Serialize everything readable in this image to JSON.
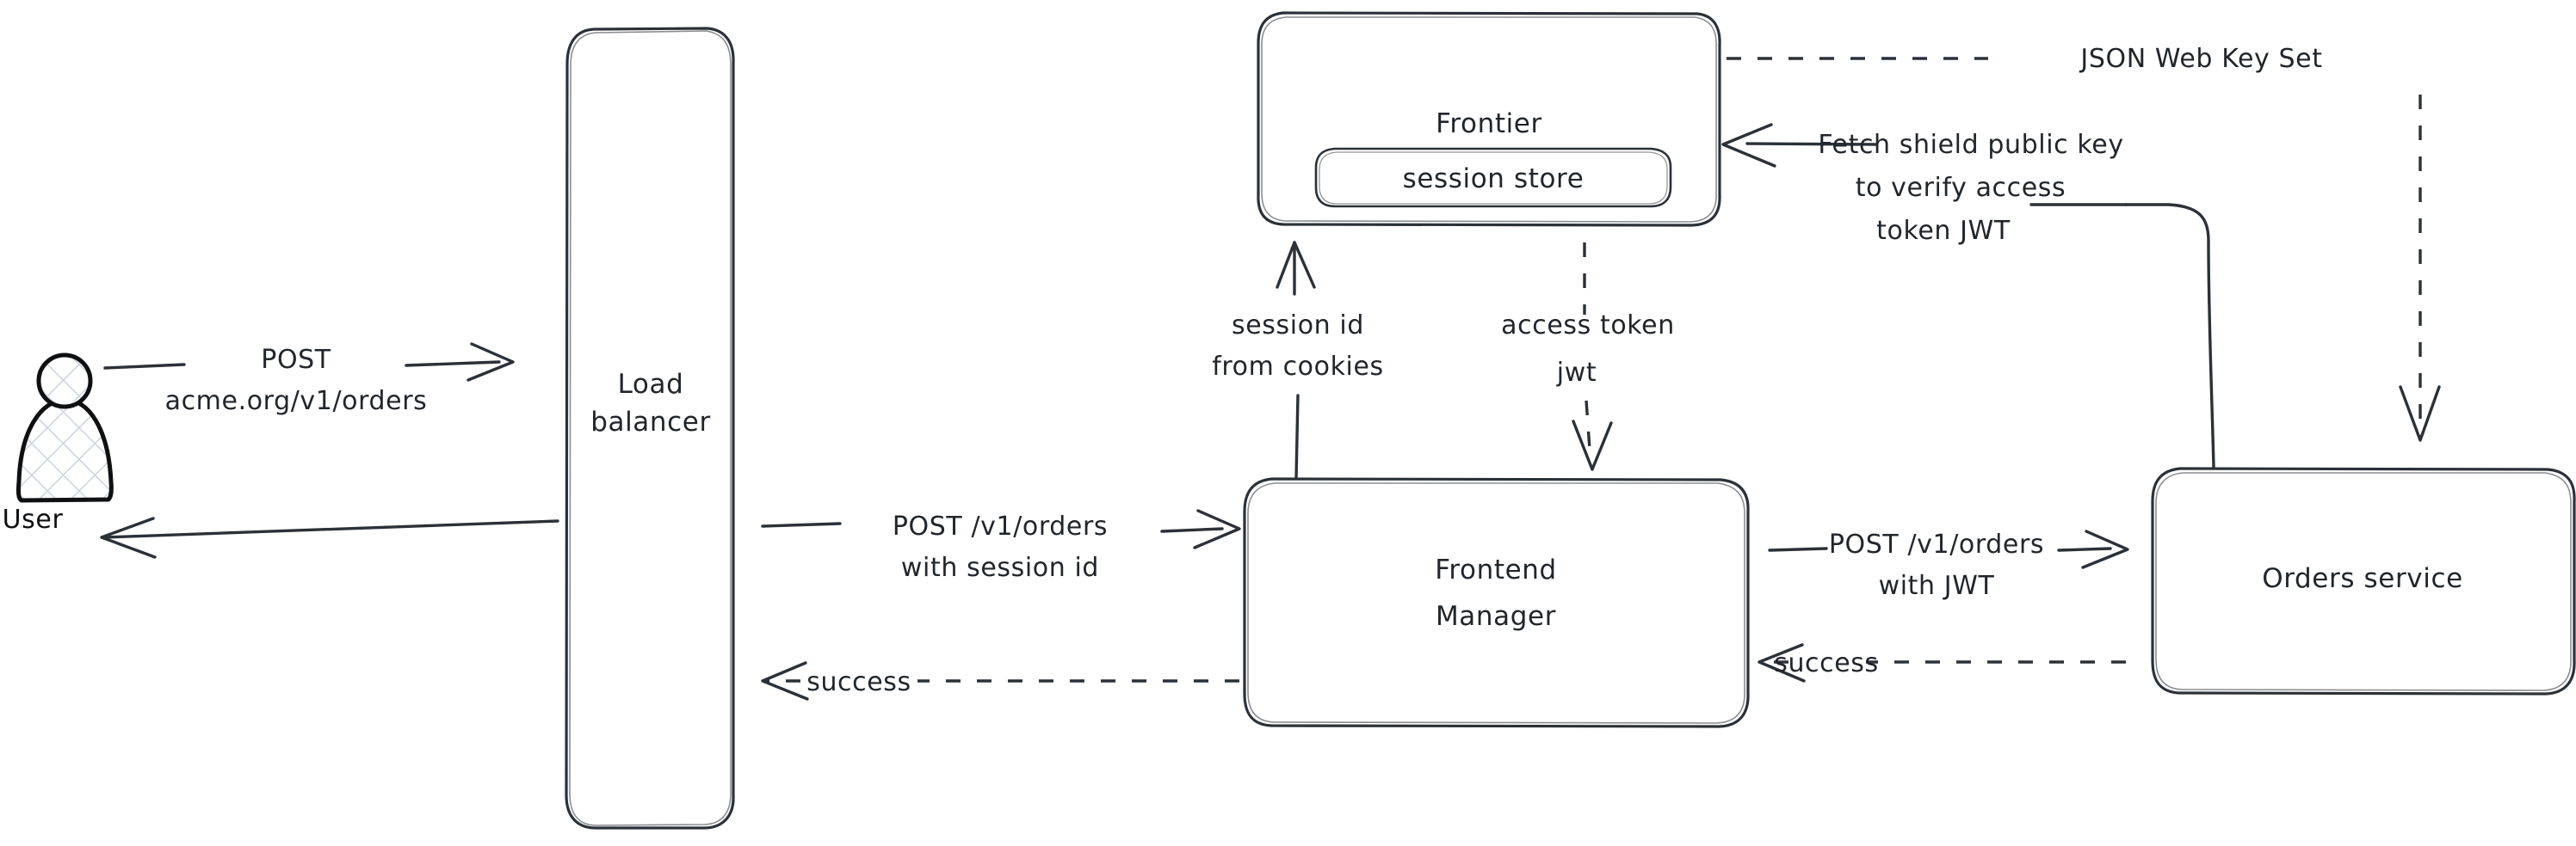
{
  "diagram": {
    "type": "architecture-flow",
    "background_color": "#ffffff",
    "stroke_color": "#2b3138",
    "actor_stroke_color": "#0f1012",
    "actor_hatch_color": "#ccd3de",
    "style": "hand-drawn sketch"
  },
  "actors": [
    {
      "id": "user",
      "label": "User",
      "shape": "person",
      "fill": "cross-hatch"
    }
  ],
  "nodes": [
    {
      "id": "load-balancer",
      "label_line1": "Load",
      "label_line2": "balancer",
      "shape": "rounded-rectangle-tall"
    },
    {
      "id": "frontier",
      "label": "Frontier",
      "shape": "rounded-rectangle",
      "children": [
        {
          "id": "session-store",
          "label": "session store",
          "shape": "rounded-rectangle"
        }
      ]
    },
    {
      "id": "frontend-manager",
      "label_line1": "Frontend",
      "label_line2": "Manager",
      "shape": "rounded-rectangle"
    },
    {
      "id": "orders-service",
      "label": "Orders service",
      "shape": "rounded-rectangle"
    }
  ],
  "edges": [
    {
      "id": "user-to-lb",
      "from": "user",
      "to": "load-balancer",
      "style": "solid",
      "direction": "right",
      "label_line1": "POST",
      "label_line2": "acme.org/v1/orders"
    },
    {
      "id": "lb-to-user",
      "from": "load-balancer",
      "to": "user",
      "style": "solid",
      "direction": "left",
      "label": ""
    },
    {
      "id": "lb-to-fm",
      "from": "load-balancer",
      "to": "frontend-manager",
      "style": "solid",
      "direction": "right",
      "label_line1": "POST /v1/orders",
      "label_line2": "with session id"
    },
    {
      "id": "fm-to-lb-success",
      "from": "frontend-manager",
      "to": "load-balancer",
      "style": "dashed",
      "direction": "left",
      "label": "success"
    },
    {
      "id": "fm-to-frontier",
      "from": "frontend-manager",
      "to": "frontier",
      "style": "solid",
      "direction": "up",
      "label_line1": "session id",
      "label_line2": "from cookies"
    },
    {
      "id": "frontier-to-fm",
      "from": "frontier",
      "to": "frontend-manager",
      "style": "dashed",
      "direction": "down",
      "label_line1": "access token",
      "label_line2": "jwt"
    },
    {
      "id": "fm-to-orders",
      "from": "frontend-manager",
      "to": "orders-service",
      "style": "solid",
      "direction": "right",
      "label_line1": "POST /v1/orders",
      "label_line2": "with JWT"
    },
    {
      "id": "orders-to-fm-success",
      "from": "orders-service",
      "to": "frontend-manager",
      "style": "dashed",
      "direction": "left",
      "label": "success"
    },
    {
      "id": "orders-to-frontier",
      "from": "orders-service",
      "to": "frontier",
      "style": "solid",
      "direction": "left",
      "label_line1": "Fetch shield public key",
      "label_line2": "to verify access",
      "label_line3": "token JWT"
    },
    {
      "id": "frontier-to-orders-jwks",
      "from": "frontier",
      "to": "orders-service",
      "style": "dashed",
      "direction": "down",
      "label": "JSON Web Key Set"
    }
  ]
}
